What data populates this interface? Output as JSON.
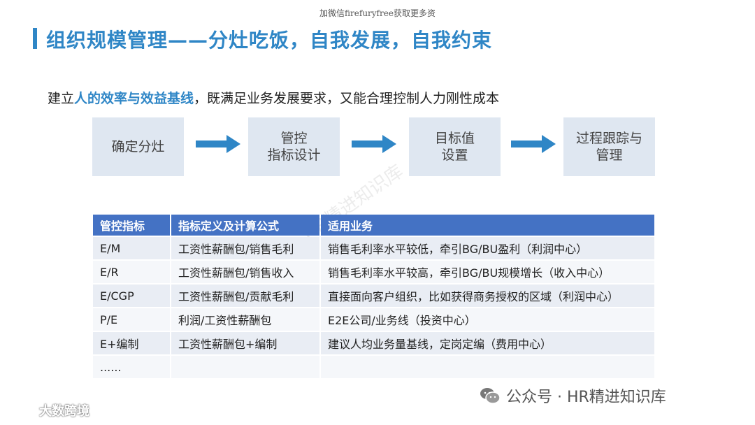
{
  "top_note": "加微信firefuryfree获取更多资",
  "title": "组织规模管理——分灶吃饭，自我发展，自我约束",
  "subtitle": {
    "prefix": "建立",
    "highlight": "人的效率与效益基线",
    "suffix": "，既满足业务发展要求，又能合理控制人力刚性成本"
  },
  "flow": [
    "确定分灶",
    "管控\n指标设计",
    "目标值\n设置",
    "过程跟踪与\n管理"
  ],
  "table": {
    "headers": [
      "管控指标",
      "指标定义及计算公式",
      "适用业务"
    ],
    "rows": [
      [
        "E/M",
        "工资性薪酬包/销售毛利",
        "销售毛利率水平较低，牵引BG/BU盈利（利润中心）"
      ],
      [
        "E/R",
        "工资性薪酬包/销售收入",
        "销售毛利率水平较高，牵引BG/BU规模增长（收入中心）"
      ],
      [
        "E/CGP",
        "工资性薪酬包/贡献毛利",
        "直接面向客户组织，比如获得商务授权的区域（利润中心）"
      ],
      [
        "P/E",
        "利润/工资性薪酬包",
        "E2E公司/业务线（投资中心）"
      ],
      [
        "E+编制",
        "工资性薪酬包+编制",
        "建议人均业务量基线，定岗定编（费用中心）"
      ],
      [
        "......",
        "",
        ""
      ]
    ]
  },
  "watermarks": {
    "center": "HR精进知识库",
    "wechat": "公众号 · HR精进知识库",
    "corner": "大数跨境"
  },
  "colors": {
    "accent": "#2f86c6",
    "table_header": "#4472c4",
    "flow_box": "#dfe7f1"
  }
}
